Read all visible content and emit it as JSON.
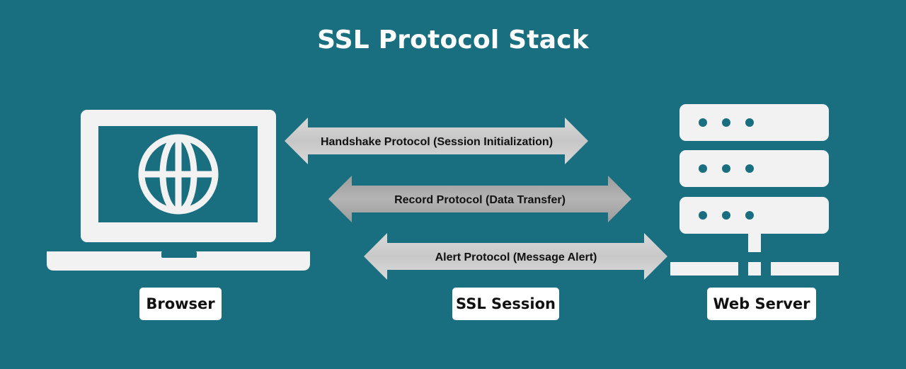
{
  "title": "SSL Protocol Stack",
  "arrows": [
    {
      "label": "Handshake Protocol (Session Initialization)"
    },
    {
      "label": "Record Protocol (Data Transfer)"
    },
    {
      "label": "Alert Protocol (Message Alert)"
    }
  ],
  "labels": {
    "browser": "Browser",
    "session": "SSL Session",
    "server": "Web Server"
  },
  "icons": {
    "client": "laptop-globe-icon",
    "server": "server-rack-icon"
  },
  "colors": {
    "background": "#196f80",
    "icon": "#f2f2f2",
    "arrow_light": "#d4d4d4",
    "arrow_mid": "#a5a5a5",
    "label_box": "#ffffff"
  }
}
